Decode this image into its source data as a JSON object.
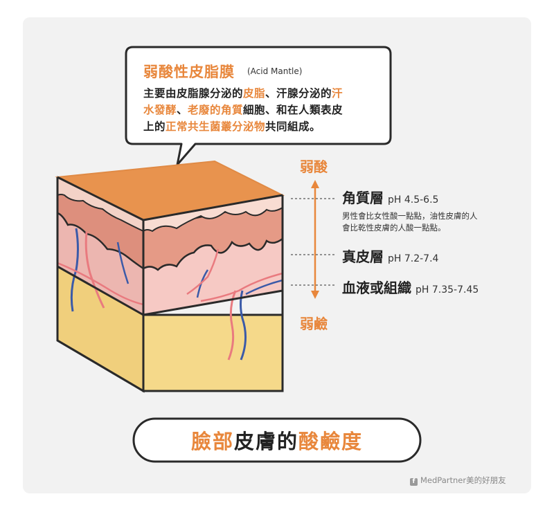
{
  "callout": {
    "title": "弱酸性皮脂膜",
    "subtitle": "(Acid Mantle)",
    "line1_a": "主要由皮脂腺分泌的",
    "line1_b": "皮脂",
    "line1_c": "、汗腺分泌的",
    "line1_d": "汗",
    "line2_a": "水發酵",
    "line2_b": "、",
    "line2_c": "老廢的角質",
    "line2_d": "細胞、和在人類表皮",
    "line3_a": "上的",
    "line3_b": "正常共生菌叢分泌物",
    "line3_c": "共同組成。"
  },
  "scale": {
    "top_label": "弱酸",
    "bottom_label": "弱鹼"
  },
  "layers": [
    {
      "name": "角質層",
      "ph": "pH 4.5-6.5",
      "note_line1": "男性會比女性酸一點點，油性皮膚的人",
      "note_line2": "會比乾性皮膚的人酸一點點。"
    },
    {
      "name": "真皮層",
      "ph": "pH 7.2-7.4"
    },
    {
      "name": "血液或組織",
      "ph": "pH 7.35-7.45"
    }
  ],
  "footer": {
    "title_a": "臉部",
    "title_b": "皮膚",
    "title_c": "的",
    "title_d": "酸鹼度"
  },
  "credit": {
    "icon": "f",
    "text": "MedPartner美的好朋友"
  },
  "colors": {
    "accent": "#e8873c",
    "epidermis_top": "#e8934e",
    "dermis": "#f2b6b2",
    "subcutis": "#f5d98a",
    "vein": "#3b5aa8",
    "artery": "#e97a7f"
  }
}
